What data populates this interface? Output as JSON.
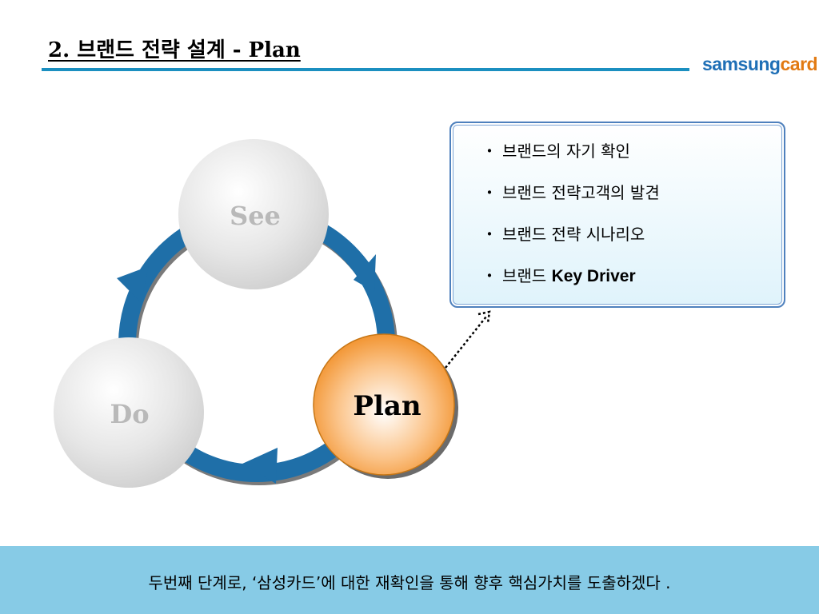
{
  "header": {
    "title": "2. 브랜드 전략 설계 - Plan",
    "logo_part1": "samsung",
    "logo_part2": "card"
  },
  "cycle": {
    "see_label": "See",
    "do_label": "Do",
    "plan_label": "Plan"
  },
  "info_box": {
    "bullet": "・",
    "items": [
      {
        "text": "브랜드의 자기 확인",
        "bold": ""
      },
      {
        "text": "브랜드 전략고객의 발견",
        "bold": ""
      },
      {
        "text": "브랜드 전략 시나리오",
        "bold": ""
      },
      {
        "text": "브랜드 ",
        "bold": "Key Driver"
      }
    ]
  },
  "footer": {
    "text": "두번째 단계로, ‘삼성카드’에 대한 재확인을 통해 향후 핵심가치를 도출하겠다 ."
  },
  "colors": {
    "accent_blue": "#1b8fc0",
    "arrow_blue": "#1f6fa8",
    "plan_orange": "#f39a3a",
    "band": "#87cbe6"
  }
}
